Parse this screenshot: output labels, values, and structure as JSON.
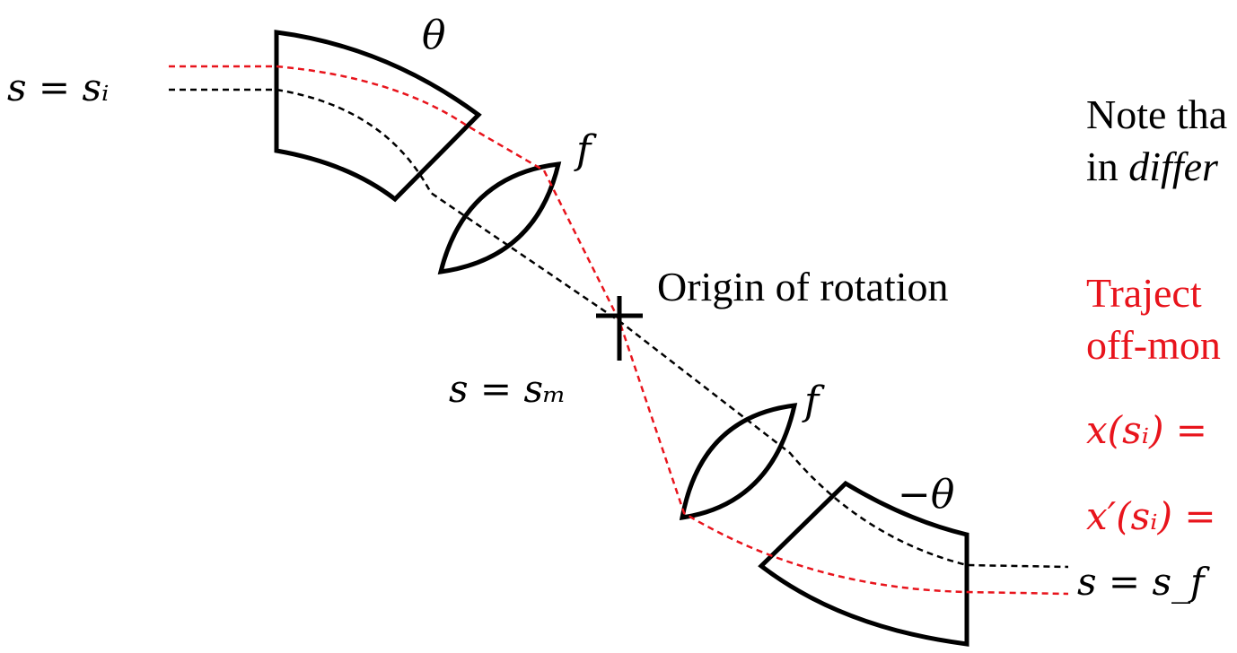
{
  "labels": {
    "theta": "θ",
    "neg_theta": "−θ",
    "focus_upper": "f",
    "focus_lower": "f",
    "s_initial": "s = sᵢ",
    "s_middle": "s = sₘ",
    "s_final": "s = s_f",
    "origin": "Origin of rotation"
  },
  "notes": {
    "line1": "Note tha",
    "line2_prefix": "in ",
    "line2_italic": "differ",
    "red_line1": "Traject",
    "red_line2": "off-mon",
    "red_eq1": "x(sᵢ) =",
    "red_eq2": "x′(sᵢ) ="
  },
  "colors": {
    "reference_trajectory": "#000000",
    "offmomentum_trajectory": "#e8141c",
    "elements": "#000000",
    "text": "#000000"
  }
}
